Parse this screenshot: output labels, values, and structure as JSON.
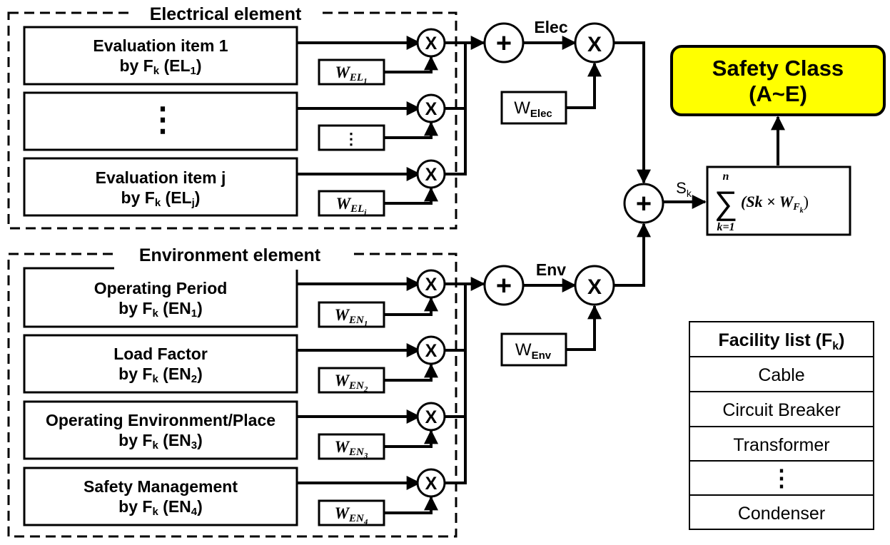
{
  "groups": {
    "electrical_title": "Electrical element",
    "environment_title": "Environment element"
  },
  "electrical_items": [
    {
      "line1": "Evaluation item 1",
      "line2_pre": "by F",
      "line2_sub": "k",
      "line2_mid": " (EL",
      "line2_sub2": "1",
      "line2_post": ")"
    },
    {
      "line1": "⋮"
    },
    {
      "line1": "Evaluation item j",
      "line2_pre": "by F",
      "line2_sub": "k",
      "line2_mid": " (EL",
      "line2_sub2": "j",
      "line2_post": ")"
    }
  ],
  "electrical_weights": [
    {
      "base": "W",
      "sub": "EL",
      "subsub": "1"
    },
    {
      "base": "⋮"
    },
    {
      "base": "W",
      "sub": "EL",
      "subsub": "j"
    }
  ],
  "environment_items": [
    {
      "line1": "Operating Period",
      "line2_pre": "by F",
      "line2_sub": "k",
      "line2_mid": " (EN",
      "line2_sub2": "1",
      "line2_post": ")"
    },
    {
      "line1": "Load Factor",
      "line2_pre": "by F",
      "line2_sub": "k",
      "line2_mid": " (EN",
      "line2_sub2": "2",
      "line2_post": ")"
    },
    {
      "line1": "Operating Environment/Place",
      "line2_pre": "by F",
      "line2_sub": "k",
      "line2_mid": " (EN",
      "line2_sub2": "3",
      "line2_post": ")"
    },
    {
      "line1": "Safety Management",
      "line2_pre": "by F",
      "line2_sub": "k",
      "line2_mid": " (EN",
      "line2_sub2": "4",
      "line2_post": ")"
    }
  ],
  "environment_weights": [
    {
      "base": "W",
      "sub": "EN",
      "subsub": "1"
    },
    {
      "base": "W",
      "sub": "EN",
      "subsub": "2"
    },
    {
      "base": "W",
      "sub": "EN",
      "subsub": "3"
    },
    {
      "base": "W",
      "sub": "EN",
      "subsub": "4"
    }
  ],
  "operators": {
    "multiply": "X",
    "plus": "+"
  },
  "signals": {
    "elec": "Elec",
    "env": "Env",
    "w_elec_base": "W",
    "w_elec_sub": "Elec",
    "w_env_base": "W",
    "w_env_sub": "Env",
    "sk_base": "S",
    "sk_sub": "k"
  },
  "formula": {
    "sum_top": "n",
    "sum_symbol": "∑",
    "sum_bottom": "k=1",
    "body": "(Sk × W",
    "w_sub": "F",
    "w_subsub": "k",
    "close": ")"
  },
  "safety_class": {
    "line1": "Safety Class",
    "line2": "(A~E)",
    "fill": "#ffff00"
  },
  "facility_list": {
    "header_pre": "Facility list (F",
    "header_sub": "k",
    "header_post": ")",
    "items": [
      "Cable",
      "Circuit Breaker",
      "Transformer",
      "⋮",
      "Condenser"
    ]
  }
}
